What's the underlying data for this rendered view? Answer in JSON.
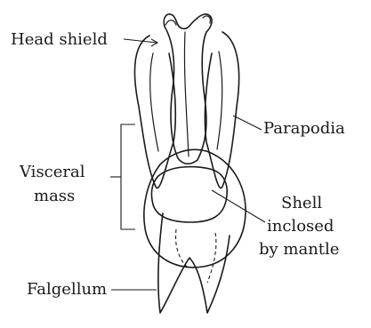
{
  "labels": {
    "head_shield": "Head shield",
    "parapodia": "Parapodia",
    "visceral_line1": "Visceral",
    "visceral_line2": "mass",
    "shell_line1": "Shell",
    "shell_line2": "inclosed",
    "shell_line3": "by mantle",
    "flagellum": "Falgellum"
  }
}
